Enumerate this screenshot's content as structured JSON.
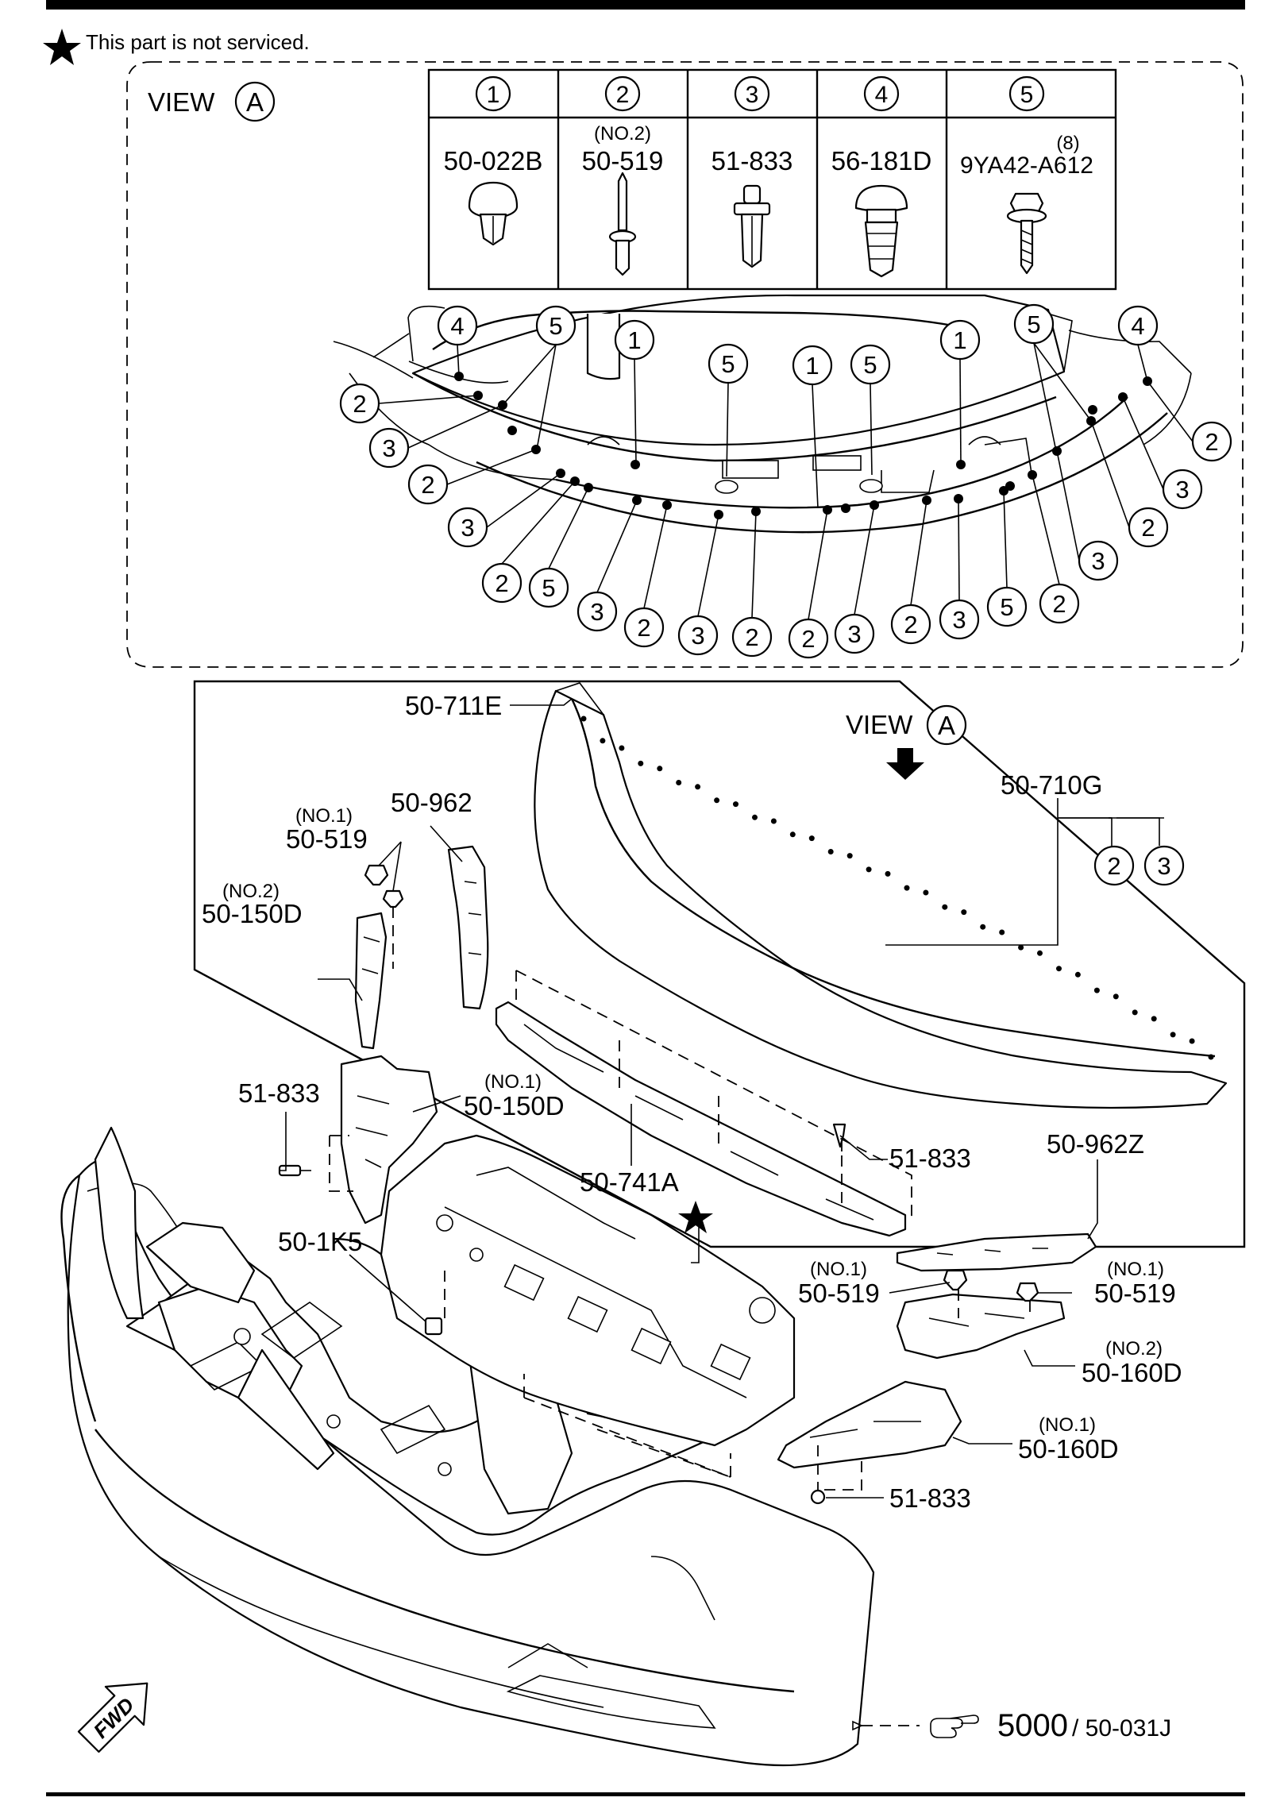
{
  "note": {
    "text": "This part is not serviced."
  },
  "view_a": {
    "title": "VIEW",
    "letter": "A",
    "table": [
      {
        "num": "1",
        "qualifier": "",
        "part": "50-022B",
        "icon": "push-clip-icon"
      },
      {
        "num": "2",
        "qualifier": "(NO.2)",
        "part": "50-519",
        "icon": "rivet-icon"
      },
      {
        "num": "3",
        "qualifier": "",
        "part": "51-833",
        "icon": "plastic-rivet-icon"
      },
      {
        "num": "4",
        "qualifier": "",
        "part": "56-181D",
        "icon": "fir-tree-clip-icon"
      },
      {
        "num": "5",
        "qualifier": "(8)",
        "part": "9YA42-A612",
        "icon": "screw-icon"
      }
    ],
    "callouts": [
      {
        "n": "4"
      },
      {
        "n": "5"
      },
      {
        "n": "1"
      },
      {
        "n": "5"
      },
      {
        "n": "1"
      },
      {
        "n": "5"
      },
      {
        "n": "1"
      },
      {
        "n": "5"
      },
      {
        "n": "4"
      },
      {
        "n": "2"
      },
      {
        "n": "3"
      },
      {
        "n": "2"
      },
      {
        "n": "3"
      },
      {
        "n": "2"
      },
      {
        "n": "5"
      },
      {
        "n": "3"
      },
      {
        "n": "2"
      },
      {
        "n": "3"
      },
      {
        "n": "2"
      },
      {
        "n": "2"
      },
      {
        "n": "3"
      },
      {
        "n": "2"
      },
      {
        "n": "3"
      },
      {
        "n": "5"
      },
      {
        "n": "2"
      },
      {
        "n": "3"
      },
      {
        "n": "2"
      },
      {
        "n": "3"
      },
      {
        "n": "2"
      }
    ]
  },
  "main": {
    "view_label": "VIEW",
    "view_letter": "A",
    "labels": {
      "p50_711E": "50-711E",
      "p50_710G": "50-710G",
      "p50_710G_c2": "2",
      "p50_710G_c3": "3",
      "p50_962": "50-962",
      "no1_a": "(NO.1)",
      "p50_519_a": "50-519",
      "no2_a": "(NO.2)",
      "p50_150D_a": "50-150D",
      "p51_833_a": "51-833",
      "no1_b": "(NO.1)",
      "p50_150D_b": "50-150D",
      "p51_833_b": "51-833",
      "p50_962Z": "50-962Z",
      "p50_741A": "50-741A",
      "p50_1K5": "50-1K5",
      "no1_c": "(NO.1)",
      "p50_519_c": "50-519",
      "no1_d": "(NO.1)",
      "p50_519_d": "50-519",
      "no2_e": "(NO.2)",
      "p50_160D_a": "50-160D",
      "no1_f": "(NO.1)",
      "p50_160D_b": "50-160D",
      "p51_833_c": "51-833",
      "ref_5000": "5000",
      "ref_part": "/ 50-031J",
      "fwd": "FWD"
    }
  }
}
